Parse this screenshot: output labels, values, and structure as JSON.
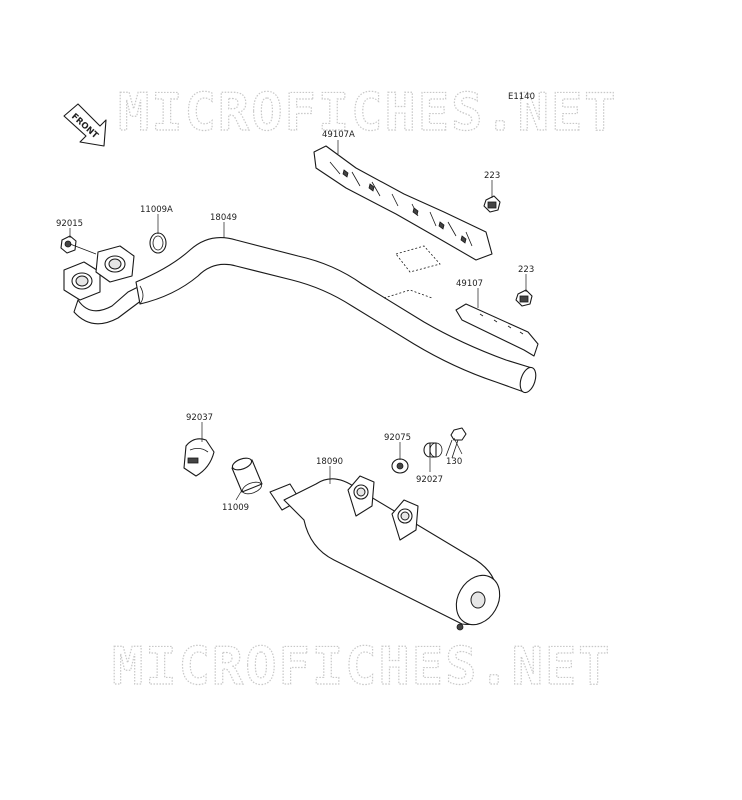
{
  "watermark": {
    "top": "MICROFICHES.NET",
    "bottom": "MICROFICHES.NET"
  },
  "diagram_code": "E1140",
  "front_badge": "FRONT",
  "parts": {
    "p49107A": "49107A",
    "p223_top": "223",
    "p92015": "92015",
    "p11009A": "11009A",
    "p18049": "18049",
    "p223_mid": "223",
    "p49107": "49107",
    "p92037": "92037",
    "p92075": "92075",
    "p130": "130",
    "p18090": "18090",
    "p92027": "92027",
    "p11009": "11009"
  }
}
